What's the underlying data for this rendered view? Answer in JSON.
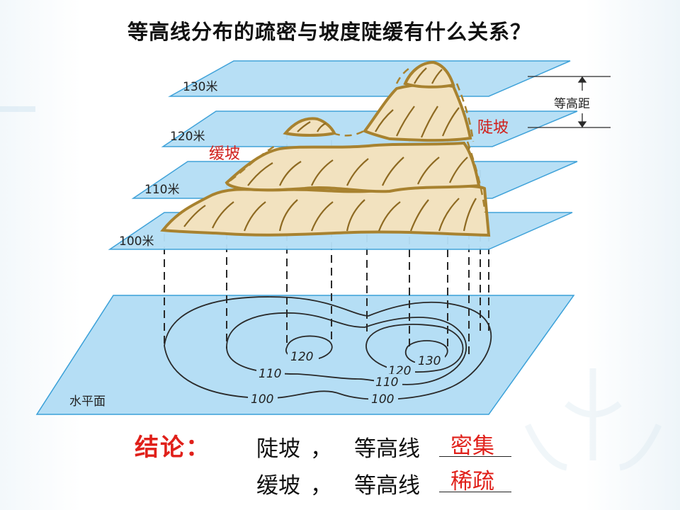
{
  "title": "等高线分布的疏密与坡度陡缓有什么关系？",
  "planes": {
    "p130": "130米",
    "p120": "120米",
    "p110": "110米",
    "p100": "100米",
    "base": "水平面"
  },
  "annotations": {
    "steep": "陡坡",
    "gentle": "缓坡",
    "contour_interval": "等高距"
  },
  "contour_numbers": {
    "c120_left": "120",
    "c130_right": "130",
    "c120_right": "120",
    "c110_left": "110",
    "c110_right": "110",
    "c100_left": "100",
    "c100_right": "100"
  },
  "conclusion": {
    "label": "结论：",
    "row1": {
      "slope": "陡坡",
      "comma": "，",
      "prefix": "等高线",
      "answer": "密集"
    },
    "row2": {
      "slope": "缓坡",
      "comma": "，",
      "prefix": "等高线",
      "answer": "稀疏"
    }
  },
  "colors": {
    "plane_fill": "#b5def5",
    "plane_stroke": "#3aa0d8",
    "terrain_fill": "#f2e2bf",
    "terrain_stroke": "#a8822f",
    "answer_red": "#e0201a"
  }
}
